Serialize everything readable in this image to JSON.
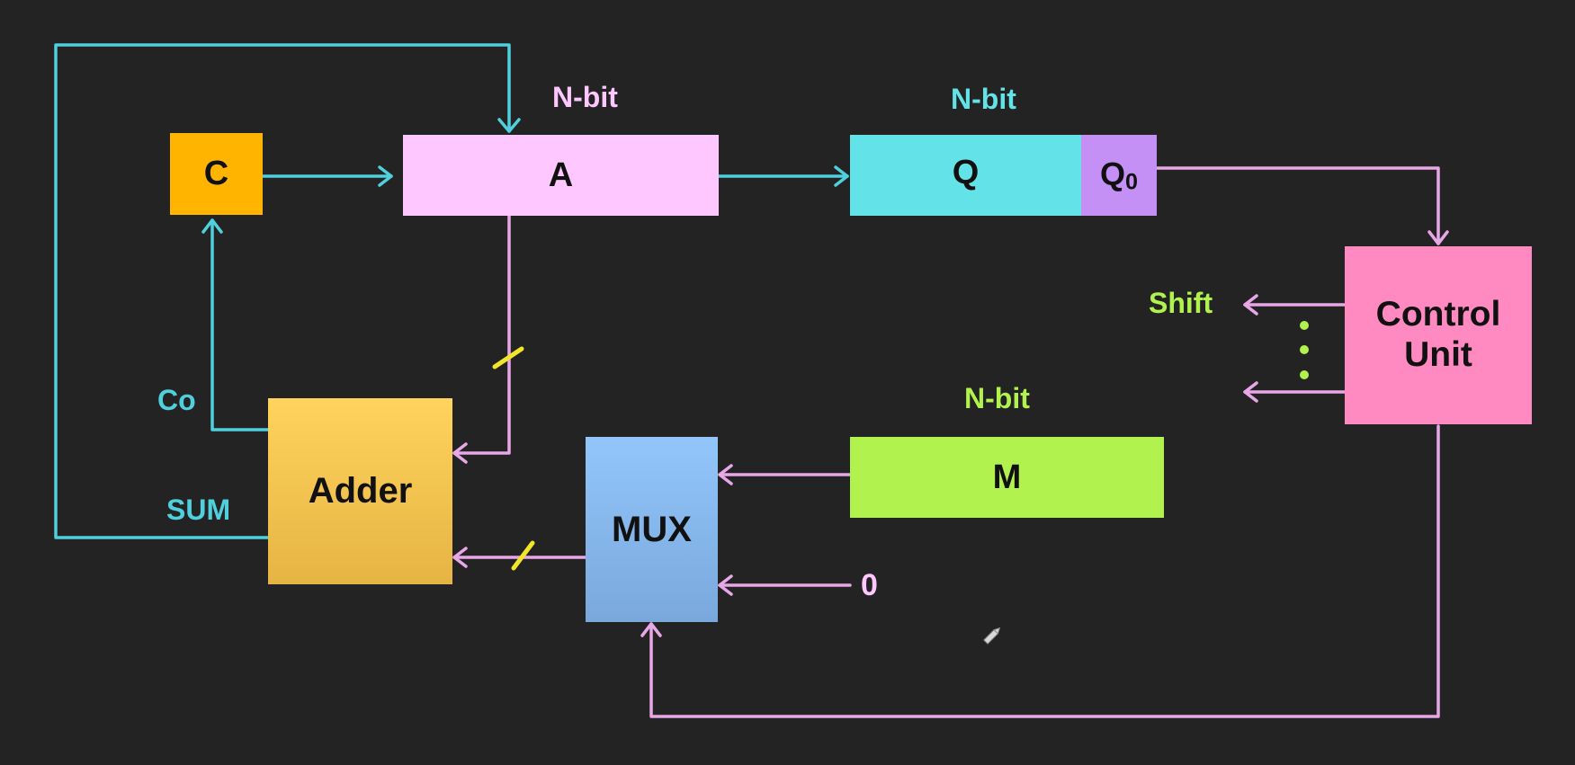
{
  "registers": {
    "c": "C",
    "a": "A",
    "q": "Q",
    "q0_main": "Q",
    "q0_sub": "0",
    "m": "M",
    "adder": "Adder",
    "mux": "MUX",
    "control_line1": "Control",
    "control_line2": "Unit"
  },
  "labels": {
    "a_width": "N-bit",
    "q_width": "N-bit",
    "m_width": "N-bit",
    "carry_out": "Co",
    "sum": "SUM",
    "shift": "Shift",
    "zero_input": "0"
  },
  "colors": {
    "background": "#232323",
    "cyan_wire": "#4fd0dc",
    "pink_wire": "#e8a8e8",
    "c_box": "#ffb400",
    "a_box": "#ffc7ff",
    "q_box": "#63e3e8",
    "q0_box": "#c490f5",
    "m_box": "#b1f24e",
    "control_box": "#ff8ac1",
    "adder_top": "#ffd35c",
    "adder_bottom": "#e6b444",
    "mux_top": "#92c6fb",
    "mux_bottom": "#7aa8dc",
    "bus_tick": "#f2e52a",
    "a_label": "#ffc7ff",
    "q_label": "#63e3e8",
    "m_label": "#b1f24e",
    "co_label": "#4fd0dc",
    "shift_label": "#b1f24e",
    "dots": "#b1f24e"
  },
  "icons": [
    "pencil-icon"
  ]
}
